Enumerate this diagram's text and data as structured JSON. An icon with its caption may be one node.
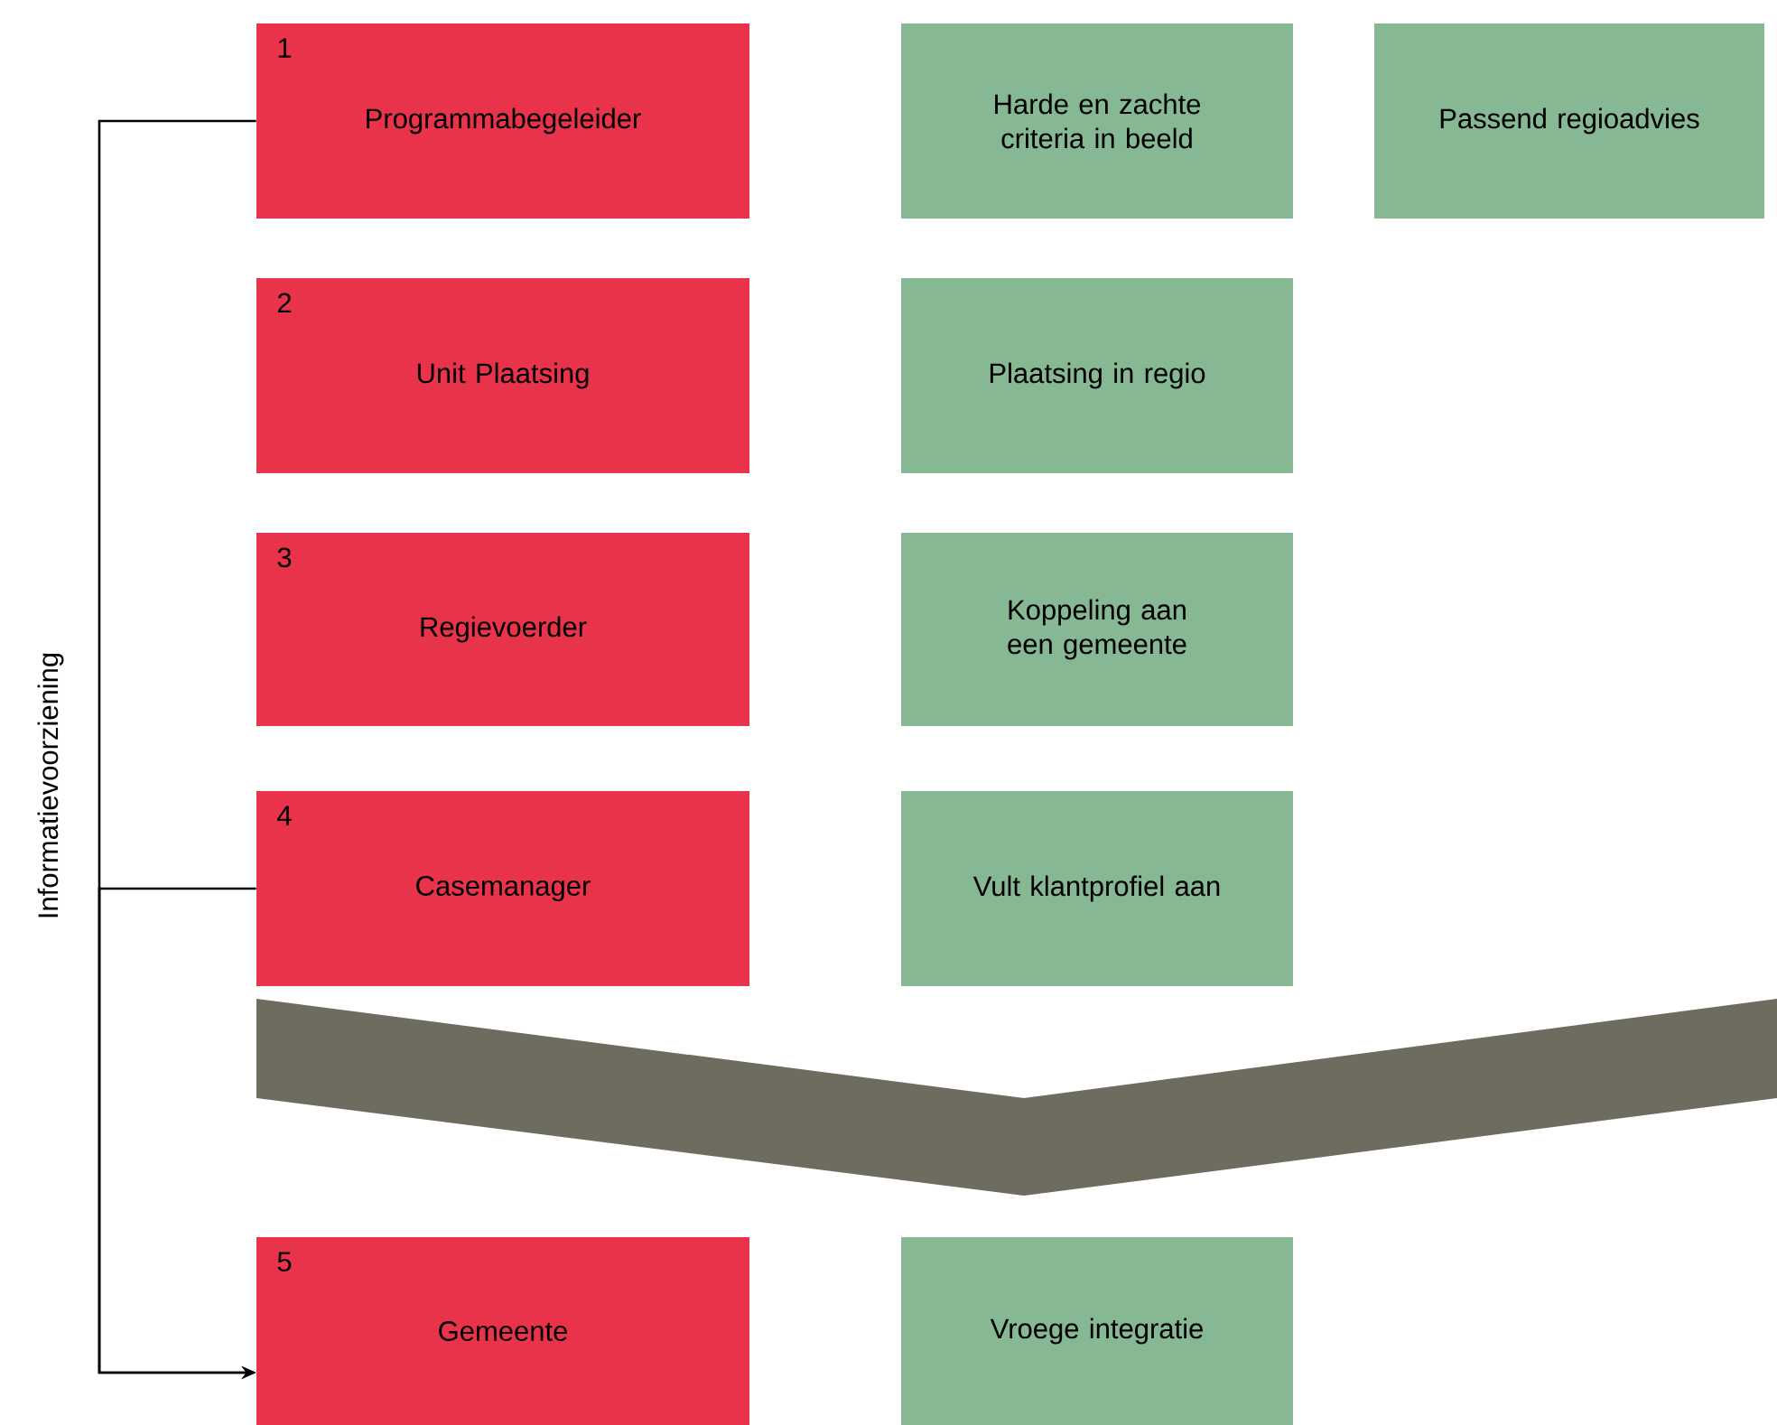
{
  "diagram": {
    "nodes": [
      {
        "text": [
          "1",
          "Programmabegeleider"
        ]
      },
      {
        "text": [
          "Harde en zachte criteria in beeld"
        ]
      },
      {
        "text": [
          "Passend regioadvies"
        ]
      },
      {
        "text": [
          "2",
          "Unit Plaatsing"
        ]
      },
      {
        "text": [
          "Plaatsing in regio"
        ]
      },
      {
        "text": [
          "3",
          "Regievoerder"
        ]
      },
      {
        "text": [
          "Koppeling aan een gemeente"
        ]
      },
      {
        "text": [
          "4",
          "Casemanager"
        ]
      },
      {
        "text": [
          "Vult klantprofiel aan"
        ]
      },
      {
        "text": [
          "5",
          "Gemeente"
        ]
      },
      {
        "text": [
          "Vroege integratie"
        ]
      }
    ],
    "edges": [
      {
        "from": 0,
        "to": 9,
        "arrow": "to"
      },
      {
        "from": 7,
        "to": 9,
        "arrow": "to"
      }
    ],
    "labels": [
      "Informatievoorziening"
    ]
  }
}
